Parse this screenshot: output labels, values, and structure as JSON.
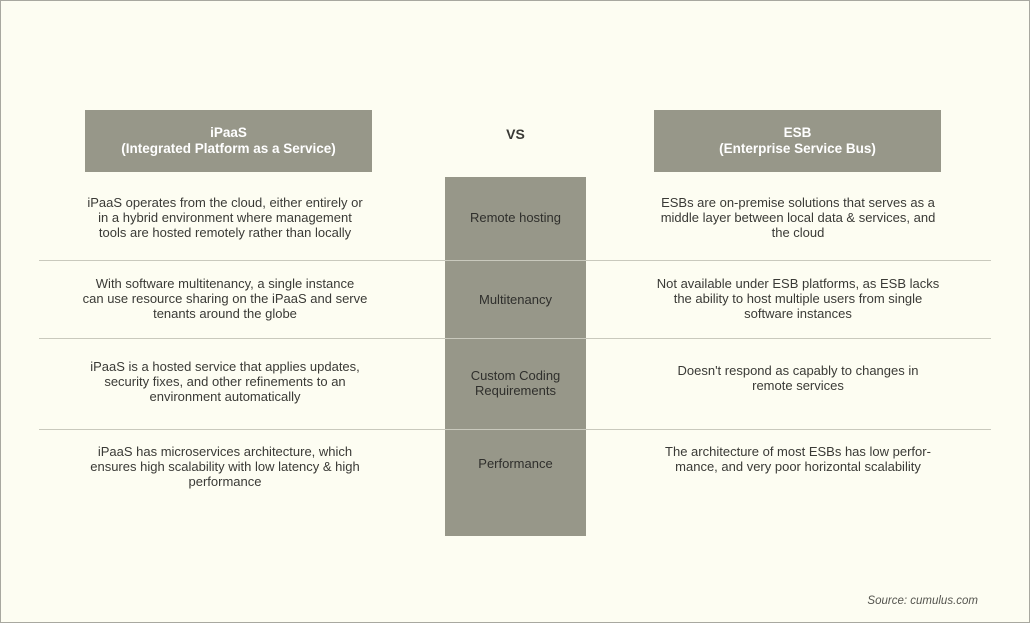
{
  "header": {
    "left_title": "iPaaS",
    "left_subtitle": "(Integrated Platform as a Service)",
    "vs": "VS",
    "right_title": "ESB",
    "right_subtitle": "(Enterprise Service Bus)"
  },
  "rows": [
    {
      "left_lines": [
        "iPaaS operates from the cloud, either entirely or",
        "in a hybrid environment where management",
        "tools are hosted remotely rather than locally"
      ],
      "center_lines": [
        "Remote hosting"
      ],
      "right_lines": [
        "ESBs are on-premise solutions that serves as a",
        "middle layer between local data & services, and",
        "the cloud"
      ]
    },
    {
      "left_lines": [
        "With software multitenancy, a single instance",
        "can use resource sharing on the iPaaS and serve",
        "tenants around the globe"
      ],
      "center_lines": [
        "Multitenancy"
      ],
      "right_lines": [
        "Not available under ESB platforms, as ESB lacks",
        "the ability to host multiple users from single",
        "software instances"
      ]
    },
    {
      "left_lines": [
        "iPaaS is a hosted service that applies updates,",
        "security fixes, and other refinements to an",
        "environment automatically"
      ],
      "center_lines": [
        "Custom Coding",
        "Requirements"
      ],
      "right_lines": [
        "Doesn't respond as capably to changes in",
        "remote services"
      ]
    },
    {
      "left_lines": [
        "iPaaS has microservices architecture, which",
        "ensures high scalability with low latency & high",
        "performance"
      ],
      "center_lines": [
        "Performance"
      ],
      "right_lines": [
        "The architecture of most ESBs has low perfor-",
        "mance, and very poor horizontal scalability"
      ]
    }
  ],
  "source": "Source: cumulus.com",
  "colors": {
    "background": "#fdfdf2",
    "header_fill": "#979789",
    "center_fill": "#979789",
    "divider": "#c9c9bd"
  }
}
